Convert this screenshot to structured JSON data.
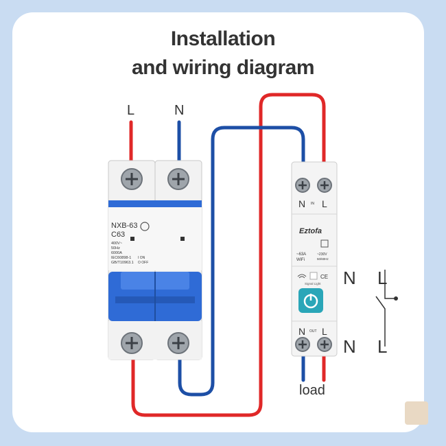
{
  "title": {
    "line1": "Installation",
    "line2": "and wiring diagram"
  },
  "inputs": {
    "live": "L",
    "neutral": "N"
  },
  "breaker": {
    "model": "NXB-63",
    "rating": "C63",
    "spec1": "400V~",
    "spec2": "50Hz",
    "spec3": "6000A",
    "std1": "IEC60898-1",
    "std2": "GB/T10963.1",
    "on_text": "I ON",
    "off_text": "O OFF"
  },
  "smart_switch": {
    "brand": "Eztofa",
    "current": "~63A",
    "wifi": "WiFi",
    "voltage": "~230V",
    "freq": "50/60Hz",
    "signal_label": "Signal Light",
    "ce": "CE",
    "top_n": "N",
    "top_l": "L",
    "top_in": "IN",
    "bottom_n": "N",
    "bottom_l": "L",
    "bottom_out": "OUT",
    "power_icon": "power-icon",
    "wifi_icon": "wifi-icon"
  },
  "load_label": "load",
  "symbol": {
    "n_top": "N",
    "l_top": "L",
    "n_bottom": "N",
    "l_bottom": "L"
  },
  "colors": {
    "live_wire": "#e02828",
    "neutral_wire": "#1d4fa6",
    "breaker_blue": "#2f6bd6",
    "switch_button": "#2aa6b8",
    "background": "#c9dcf2"
  }
}
